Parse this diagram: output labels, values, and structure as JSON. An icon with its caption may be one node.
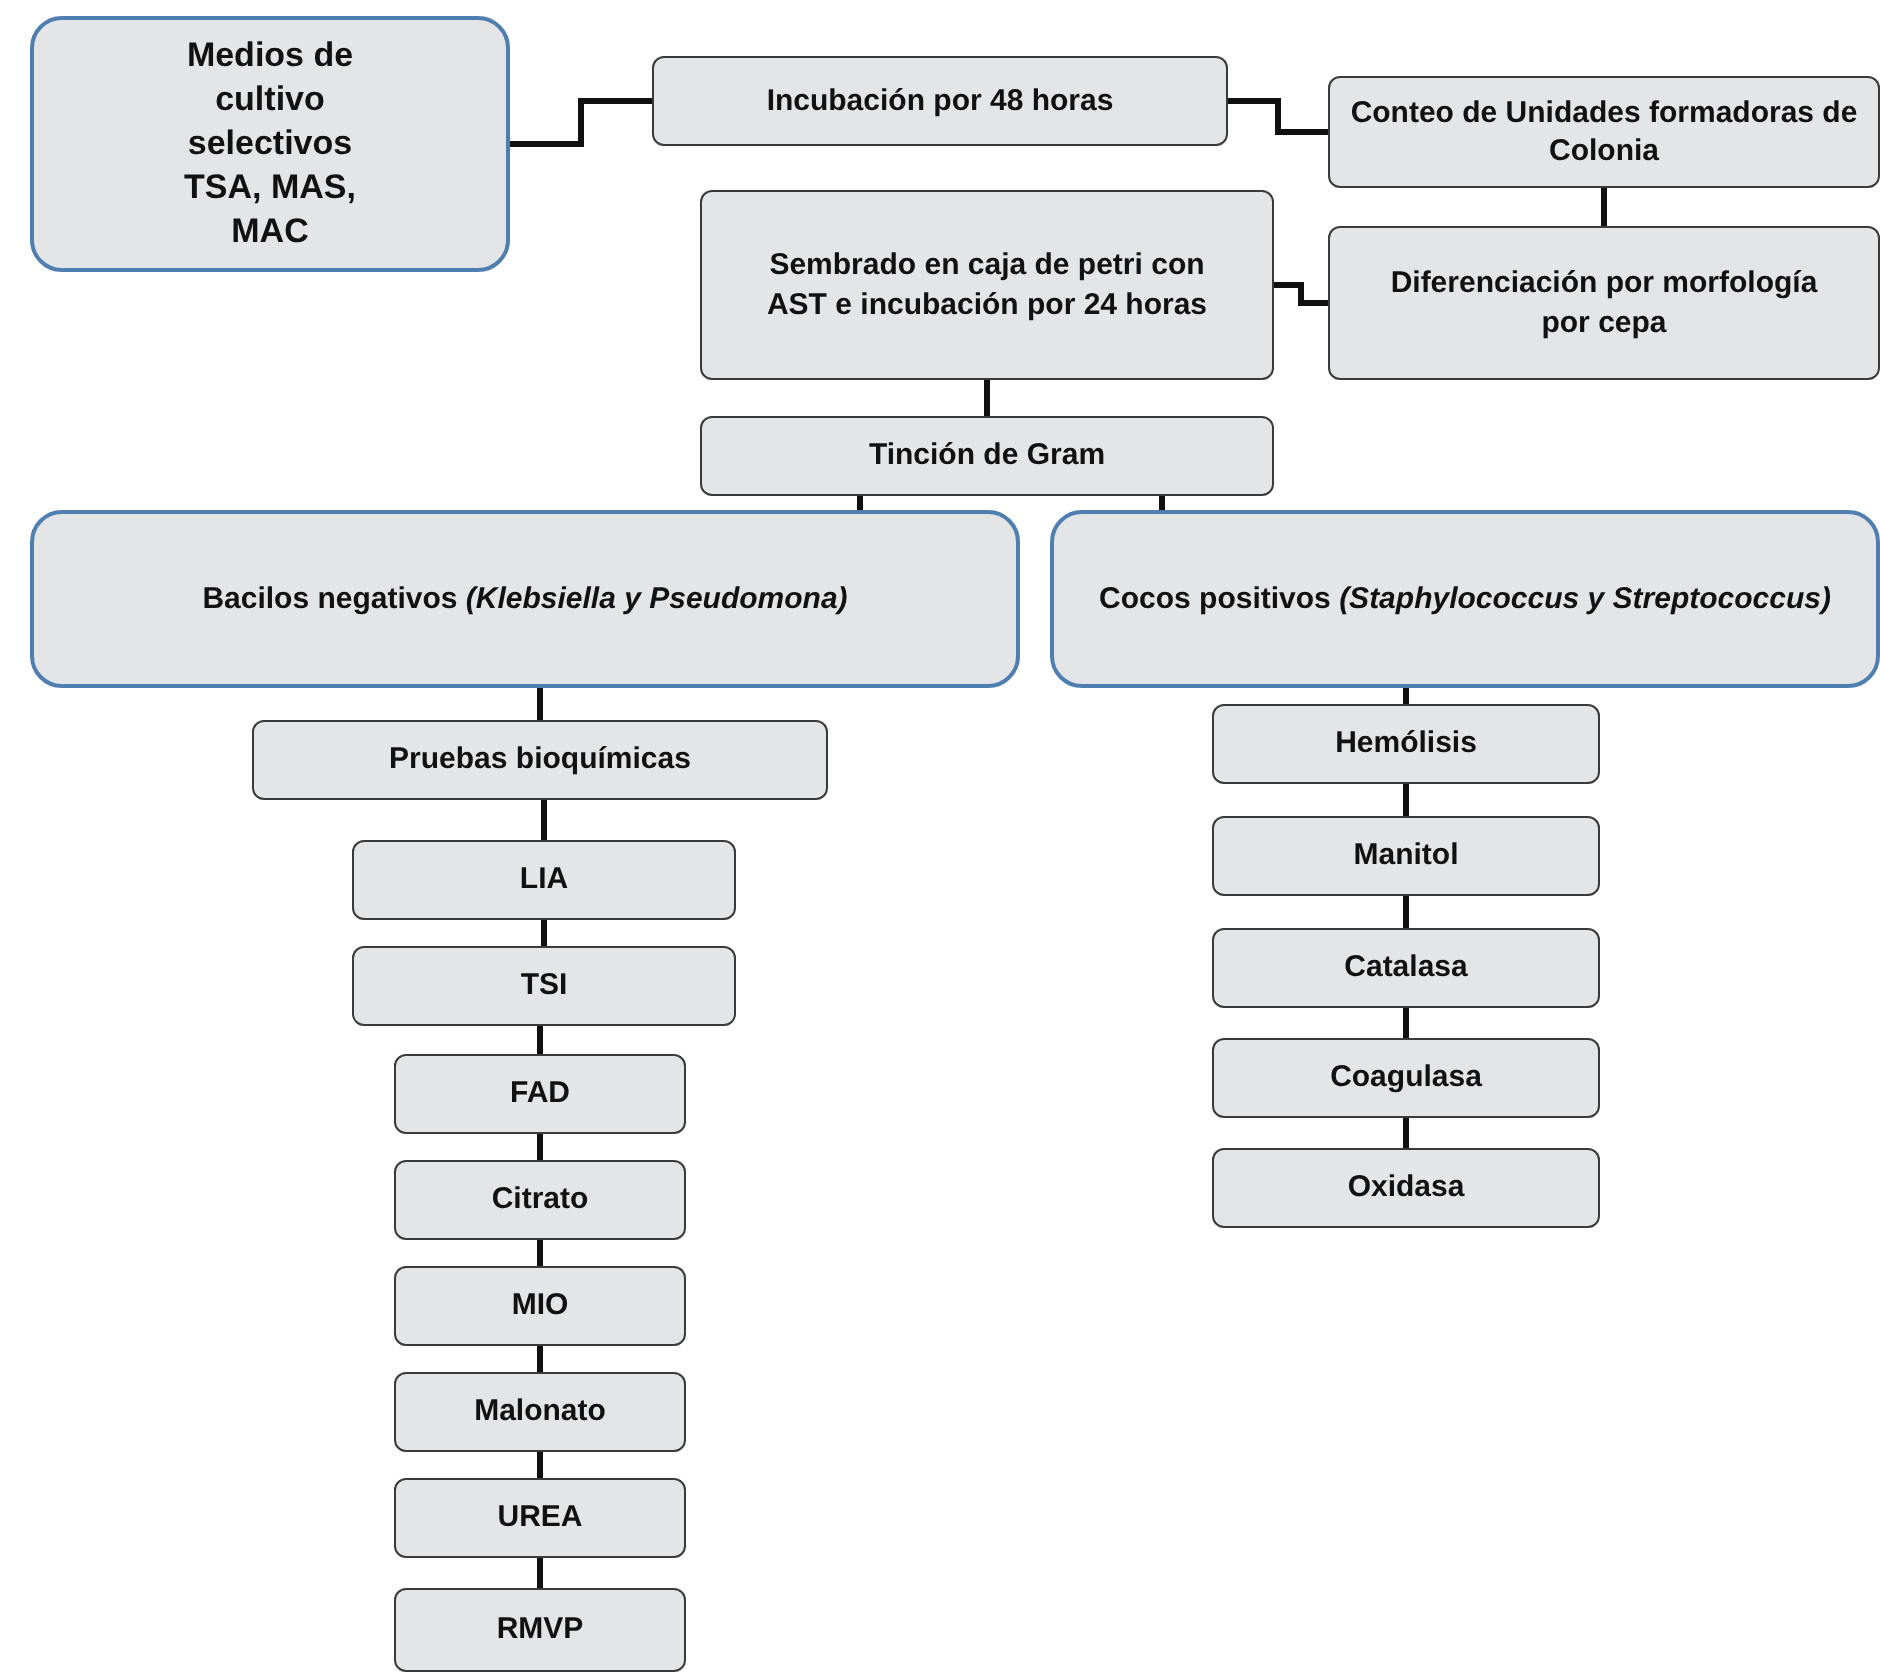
{
  "diagram": {
    "nodes": [
      {
        "text": [
          "Medios de cultivo selectivos TSA, MAS, MAC"
        ]
      },
      {
        "text": [
          "Incubación por 48 horas"
        ]
      },
      {
        "text": [
          "Conteo de Unidades formadoras de Colonia"
        ]
      },
      {
        "text": [
          "Sembrado en caja de petri con AST e incubación por 24 horas"
        ]
      },
      {
        "text": [
          "Diferenciación por morfología por cepa"
        ]
      },
      {
        "text": [
          "Tinción de Gram"
        ]
      },
      {
        "text": [
          "Bacilos negativos *(Klebsiella y Pseudomona)*"
        ]
      },
      {
        "text": [
          "Cocos positivos *(Staphylococcus y Streptococcus)*"
        ]
      },
      {
        "text": [
          "Pruebas bioquímicas"
        ]
      },
      {
        "text": [
          "LIA"
        ]
      },
      {
        "text": [
          "TSI"
        ]
      },
      {
        "text": [
          "FAD"
        ]
      },
      {
        "text": [
          "Citrato"
        ]
      },
      {
        "text": [
          "MIO"
        ]
      },
      {
        "text": [
          "Malonato"
        ]
      },
      {
        "text": [
          "UREA"
        ]
      },
      {
        "text": [
          "RMVP"
        ]
      },
      {
        "text": [
          "Hemólisis"
        ]
      },
      {
        "text": [
          "Manitol"
        ]
      },
      {
        "text": [
          "Catalasa"
        ]
      },
      {
        "text": [
          "Coagulasa"
        ]
      },
      {
        "text": [
          "Oxidasa"
        ]
      }
    ],
    "edges": [
      {
        "from": 0,
        "to": 1,
        "arrow": "none"
      },
      {
        "from": 1,
        "to": 2,
        "arrow": "none"
      },
      {
        "from": 2,
        "to": 4,
        "arrow": "none"
      },
      {
        "from": 4,
        "to": 3,
        "arrow": "none"
      },
      {
        "from": 3,
        "to": 5,
        "arrow": "none"
      },
      {
        "from": 5,
        "to": 6,
        "arrow": "none"
      },
      {
        "from": 5,
        "to": 7,
        "arrow": "none"
      },
      {
        "from": 6,
        "to": 8,
        "arrow": "none"
      },
      {
        "from": 8,
        "to": 9,
        "arrow": "none"
      },
      {
        "from": 9,
        "to": 10,
        "arrow": "none"
      },
      {
        "from": 10,
        "to": 11,
        "arrow": "none"
      },
      {
        "from": 11,
        "to": 12,
        "arrow": "none"
      },
      {
        "from": 12,
        "to": 13,
        "arrow": "none"
      },
      {
        "from": 13,
        "to": 14,
        "arrow": "none"
      },
      {
        "from": 14,
        "to": 15,
        "arrow": "none"
      },
      {
        "from": 15,
        "to": 16,
        "arrow": "none"
      },
      {
        "from": 7,
        "to": 17,
        "arrow": "none"
      },
      {
        "from": 17,
        "to": 18,
        "arrow": "none"
      },
      {
        "from": 18,
        "to": 19,
        "arrow": "none"
      },
      {
        "from": 19,
        "to": 20,
        "arrow": "none"
      },
      {
        "from": 20,
        "to": 21,
        "arrow": "none"
      }
    ]
  }
}
